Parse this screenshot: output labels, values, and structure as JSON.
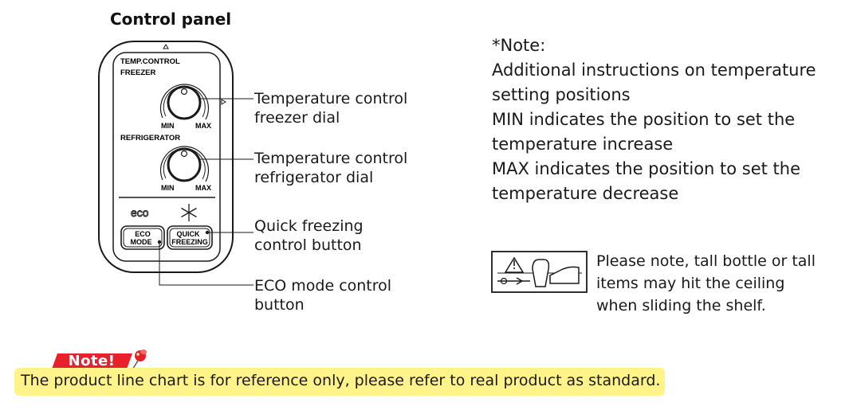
{
  "panel_title": "Control panel",
  "panel": {
    "temp_control_label": "TEMP.CONTROL",
    "freezer_label": "FREEZER",
    "refrigerator_label": "REFRIGERATOR",
    "dial_min": "MIN",
    "dial_max": "MAX",
    "eco_logo": "eco",
    "eco_button": [
      "ECO",
      "MODE"
    ],
    "quick_button": [
      "QUICK",
      "FREEZING"
    ]
  },
  "callouts": {
    "freezer_dial": [
      "Temperature control",
      "freezer dial"
    ],
    "refrigerator_dial": [
      "Temperature control",
      "refrigerator dial"
    ],
    "quick_freezing": [
      "Quick freezing",
      "control button"
    ],
    "eco_mode": [
      "ECO mode control",
      "button"
    ]
  },
  "note": {
    "lines": [
      "*Note:",
      "Additional instructions on temperature",
      "setting positions",
      "MIN indicates the position to set the",
      "temperature increase",
      "MAX indicates the position to set the",
      "temperature decrease"
    ]
  },
  "warning": {
    "lines": [
      "Please note, tall bottle or tall",
      "items may hit the ceiling",
      "when sliding the shelf."
    ],
    "icon": "warning-shelf-icon"
  },
  "footer": {
    "tag_label": "Note!",
    "text": "The product line chart is for reference only, please refer to real product as standard.",
    "bar_color": "#fff38a",
    "tag_color": "#e8202a"
  }
}
